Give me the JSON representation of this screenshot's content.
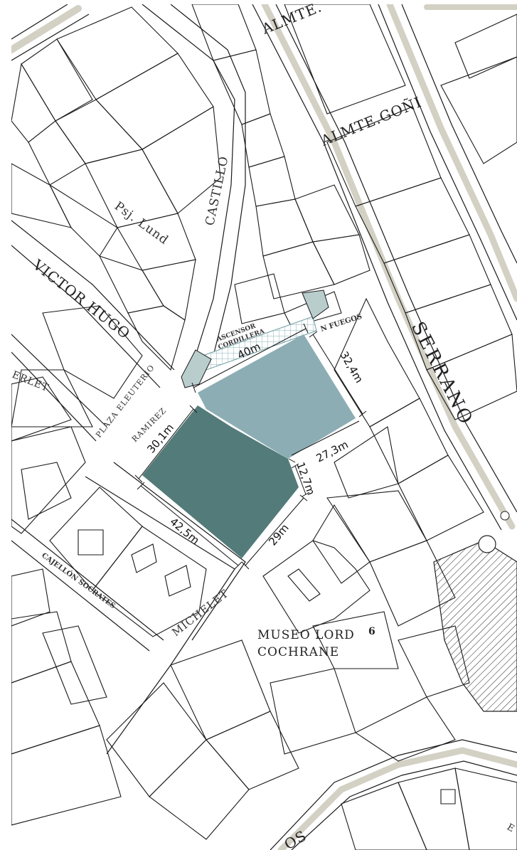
{
  "streets": {
    "almte_top": "ALMTE.",
    "almte_goni": "ALMTE.GOÑI",
    "castillo": "CASTILLO",
    "psj_lund": "Psj. Lund",
    "victor_hugo": "VICTOR HUGO",
    "serrano": "SERRANO",
    "plaza_eleuterio": "PLAZA ELEUTERIO",
    "ramirez": "RAMIREZ",
    "merlet": "ERLET",
    "callejon_socrates": "CAJELLÓN SOCRATES",
    "michelet": "MICHELET",
    "fuegos": "N FUEGOS",
    "bottom_cut": "OS",
    "bottom_right_cut": "E"
  },
  "features": {
    "ascensor_line1": "ASCENSOR",
    "ascensor_line2": "CORDILLERA",
    "museum_line1": "MUSEO LORD",
    "museum_number": "6",
    "museum_line2": "COCHRANE"
  },
  "dimensions": {
    "d40": "40m",
    "d32": "32,4m",
    "d30": "30,1m",
    "d27": "27,3m",
    "d12": "12,7m",
    "d42": "42,5m",
    "d29": "29m"
  },
  "colors": {
    "parcel_light": "#8cadb4",
    "parcel_dark": "#537b79",
    "ascensor_box": "#b9cdcd",
    "road_band": "#d3d0c4",
    "lines": "#1a1a1a"
  }
}
